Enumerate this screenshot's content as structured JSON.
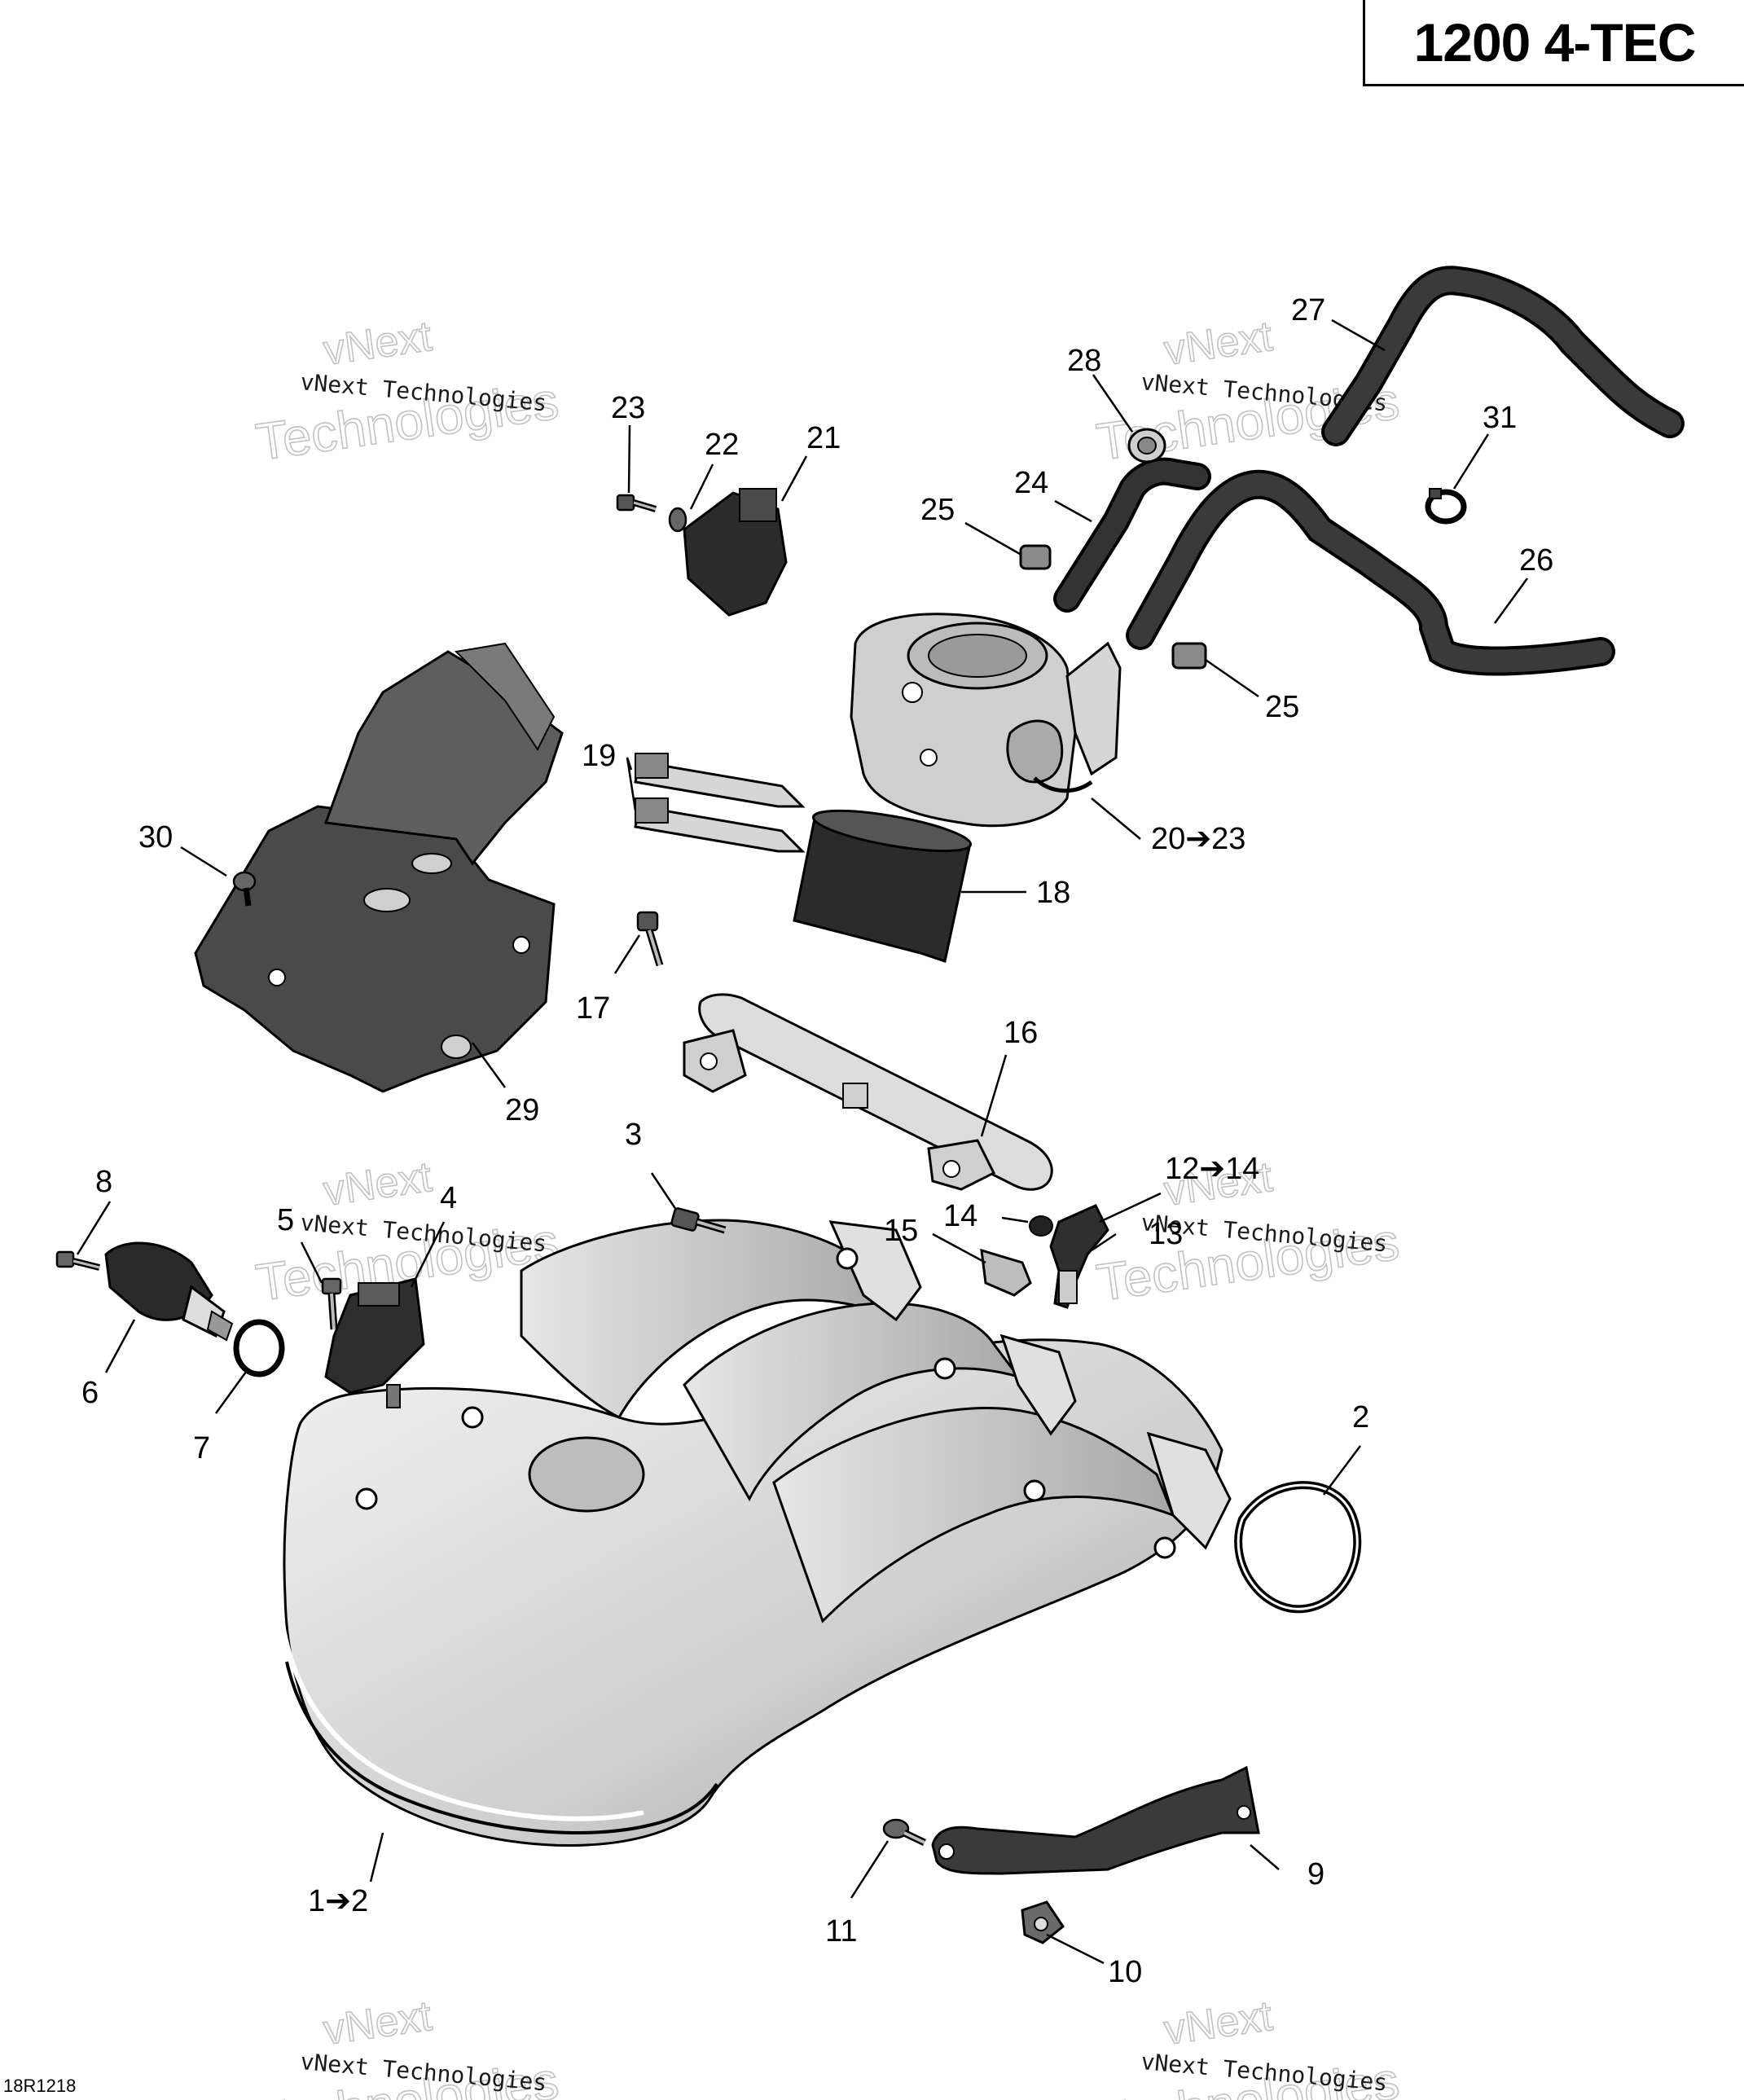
{
  "title": "1200 4-TEC",
  "drawing_code": "18R1218",
  "watermark": {
    "small": "vNext Technologies",
    "large_line1": "vNext",
    "large_line2": "Technologies"
  },
  "callouts": [
    "1➔2",
    "2",
    "3",
    "4",
    "5",
    "6",
    "7",
    "8",
    "9",
    "10",
    "11",
    "12➔14",
    "13",
    "14",
    "15",
    "16",
    "17",
    "18",
    "19",
    "20➔23",
    "21",
    "22",
    "23",
    "24",
    "25",
    "25",
    "26",
    "27",
    "28",
    "29",
    "30",
    "31"
  ],
  "colors": {
    "line": "#000000",
    "part_fill": "#d9d9d9",
    "dark_part": "#333333"
  }
}
